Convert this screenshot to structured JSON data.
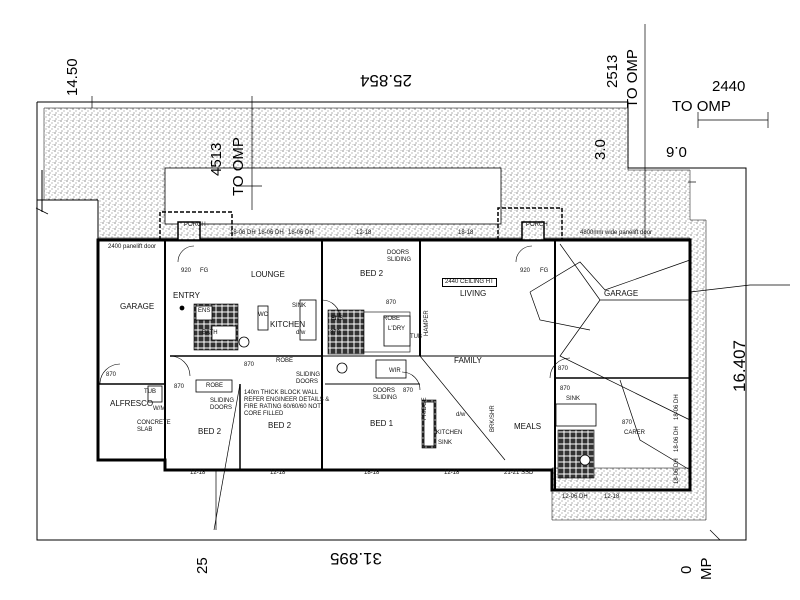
{
  "dimensions": {
    "top_length": "25.854",
    "bottom_length": "31.895",
    "right_side": "16.407",
    "left_top": "14.50",
    "bottom_left": "25",
    "setback_left": "4513",
    "setback_left_to": "TO OMP",
    "setback_mid": "2513",
    "setback_mid_to": "TO OMP",
    "setback_right": "2440",
    "setback_right_to": "TO OMP",
    "right_dim_a": "0.6",
    "right_dim_b": "3.0",
    "bottom_right": "0",
    "bottom_right_mp": "MP"
  },
  "rooms": {
    "garage_left": "GARAGE",
    "garage_right": "GARAGE",
    "lounge": "LOUNGE",
    "entry": "ENTRY",
    "kitchen_left": "KITCHEN",
    "bath": "BATH",
    "ens": "ENS",
    "wc": "WC",
    "sink_left": "SINK",
    "dw_left": "d/w",
    "robe_left": "ROBE",
    "robe_bed2": "ROBE",
    "robe_left_b": "ROBE",
    "bed2_top": "BED 2",
    "doors_sliding_top": "DOORS SLIDING",
    "ensuite_top": "ENS",
    "ldry": "L'DRY",
    "tub": "TUB",
    "hamper": "HAMPER",
    "living": "LIVING",
    "ceiling": "2440 CEILING HT",
    "family": "FAMILY",
    "wir": "WIR",
    "bed1": "BED 1",
    "doors_sliding_bed1": "DOORS SLIDING",
    "kitchen_right": "KITCHEN",
    "sink_right": "SINK",
    "dw_right": "d/w",
    "fridge": "FRIDGE",
    "pantry": "BRK/SHR",
    "meals": "MEALS",
    "carer": "CARER",
    "alfresco": "ALFRESCO",
    "concrete_slab": "CONCRETE SLAB",
    "tub2": "TUB",
    "wm": "W/M",
    "bed2_left": "BED 2",
    "bed2_mid": "BED 2",
    "sliding_doors_a": "SLIDING DOORS",
    "sliding_doors_b": "SLIDING DOORS",
    "porch_left": "PORCH",
    "porch_right": "PORCH",
    "sink_r2": "SINK",
    "wall_note": "140m THICK BLOCK WALL REFER ENGINEER DETAILS & FIRE RATING 60/60/60 NOT CORE FILLED"
  },
  "door_labels": {
    "panelift_left": "2400 panelift door",
    "panelift_right": "4800mm wide panelift door",
    "d920_left": "920",
    "fg_left": "FG",
    "d920_right": "920",
    "fg_right": "FG",
    "d870_a": "870",
    "d870_b": "870",
    "d870_c": "870",
    "d870_d": "870",
    "d870_e": "870",
    "d870_f": "870",
    "d870_g": "870",
    "d870_h": "870",
    "d870_i": "870"
  },
  "window_labels": {
    "w_top_a": "18-06 DH",
    "w_top_b": "18-06 DH",
    "w_top_c": "18-06 DH",
    "w_top_d": "12-18",
    "w_top_e": "18-18",
    "w_bot_a": "12-18",
    "w_bot_b": "12-18",
    "w_bot_c": "18-18",
    "w_bot_d": "12-18",
    "w_bot_e": "21-21 SSD",
    "w_right_a": "18-06 DH",
    "w_right_b": "18-06 DH",
    "w_right_c": "18-06 DH",
    "w_bot_f": "12-06 DH",
    "w_bot_g": "12-18"
  }
}
